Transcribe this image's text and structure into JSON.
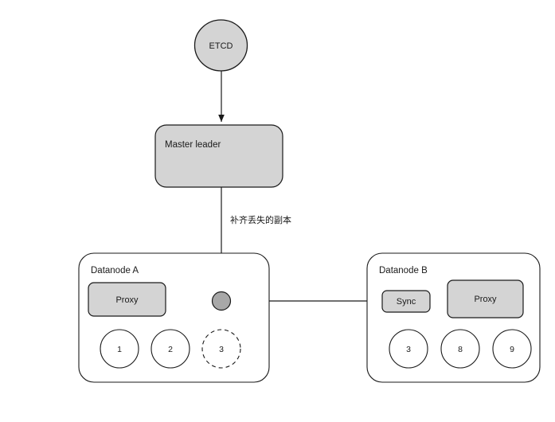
{
  "diagram": {
    "title_text": "",
    "colors": {
      "shape_fill": "#d4d4d4",
      "panel_fill": "#ffffff",
      "stroke": "#1a1a1a",
      "dot_fill": "#a8a8a8",
      "circle_fill": "#ffffff"
    },
    "nodes": {
      "etcd": {
        "label": "ETCD",
        "shape": "ellipse"
      },
      "master": {
        "label": "Master leader",
        "shape": "rounded-rect"
      },
      "datanode_a": {
        "label": "Datanode A",
        "proxy": {
          "label": "Proxy"
        },
        "transfer_dot": {
          "label": ""
        },
        "replicas": [
          {
            "label": "1",
            "style": "solid"
          },
          {
            "label": "2",
            "style": "solid"
          },
          {
            "label": "3",
            "style": "dashed"
          }
        ]
      },
      "datanode_b": {
        "label": "Datanode B",
        "sync": {
          "label": "Sync"
        },
        "proxy": {
          "label": "Proxy"
        },
        "replicas": [
          {
            "label": "3",
            "style": "solid"
          },
          {
            "label": "8",
            "style": "solid"
          },
          {
            "label": "9",
            "style": "solid"
          }
        ]
      }
    },
    "edges": [
      {
        "id": "etcd-to-master",
        "label": ""
      },
      {
        "id": "master-to-datanode-a",
        "label": "补齐丢失的副本"
      },
      {
        "id": "dot-to-replica3",
        "label": ""
      },
      {
        "id": "dot-to-sync",
        "label": ""
      }
    ],
    "edge_labels": {
      "master_to_datanode": "补齐丢失的副本"
    }
  }
}
